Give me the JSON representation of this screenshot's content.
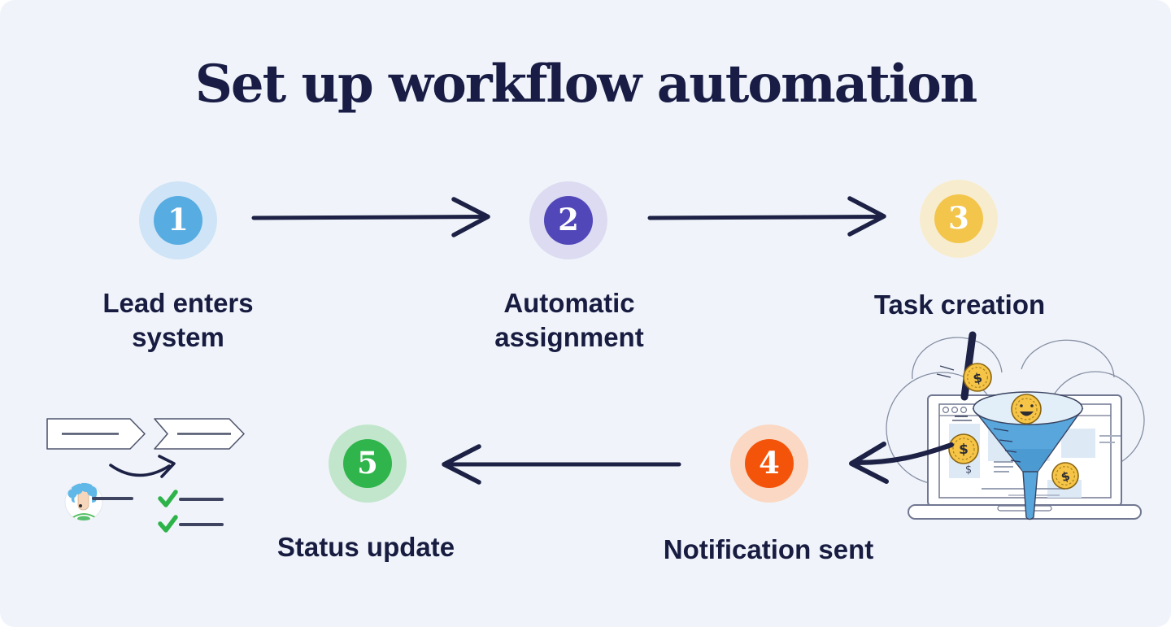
{
  "title": {
    "text": "Set up workflow automation",
    "color": "#191d45"
  },
  "background_color": "#f0f4fa",
  "arrow_color": "#1c2145",
  "steps": [
    {
      "number": "1",
      "label": "Lead enters\nsystem",
      "inner_color": "#57ace1",
      "outer_color": "#cfe4f6"
    },
    {
      "number": "2",
      "label": "Automatic\nassignment",
      "inner_color": "#5147b9",
      "outer_color": "#dddbf1"
    },
    {
      "number": "3",
      "label": "Task creation",
      "inner_color": "#f3c54b",
      "outer_color": "#f8ecce"
    },
    {
      "number": "4",
      "label": "Notification sent",
      "inner_color": "#f4540a",
      "outer_color": "#fad8c3"
    },
    {
      "number": "5",
      "label": "Status update",
      "inner_color": "#2fb54c",
      "outer_color": "#c2e6cc"
    }
  ],
  "flow": [
    {
      "from": "1",
      "to": "2",
      "direction": "right"
    },
    {
      "from": "2",
      "to": "3",
      "direction": "right"
    },
    {
      "from": "3",
      "to": "4",
      "direction": "curved-left"
    },
    {
      "from": "4",
      "to": "5",
      "direction": "left"
    }
  ],
  "illustrations": {
    "funnel_scene": {
      "description": "laptop with browser window, blue lead funnel and coins",
      "coin_symbol": "$",
      "coin_color": "#f6c447",
      "funnel_color": "#58a6db"
    },
    "flowchart_scene": {
      "description": "two chevron banners, curved arrow, avatar and checklist with green checkmarks",
      "check_color": "#2eb34a"
    }
  }
}
